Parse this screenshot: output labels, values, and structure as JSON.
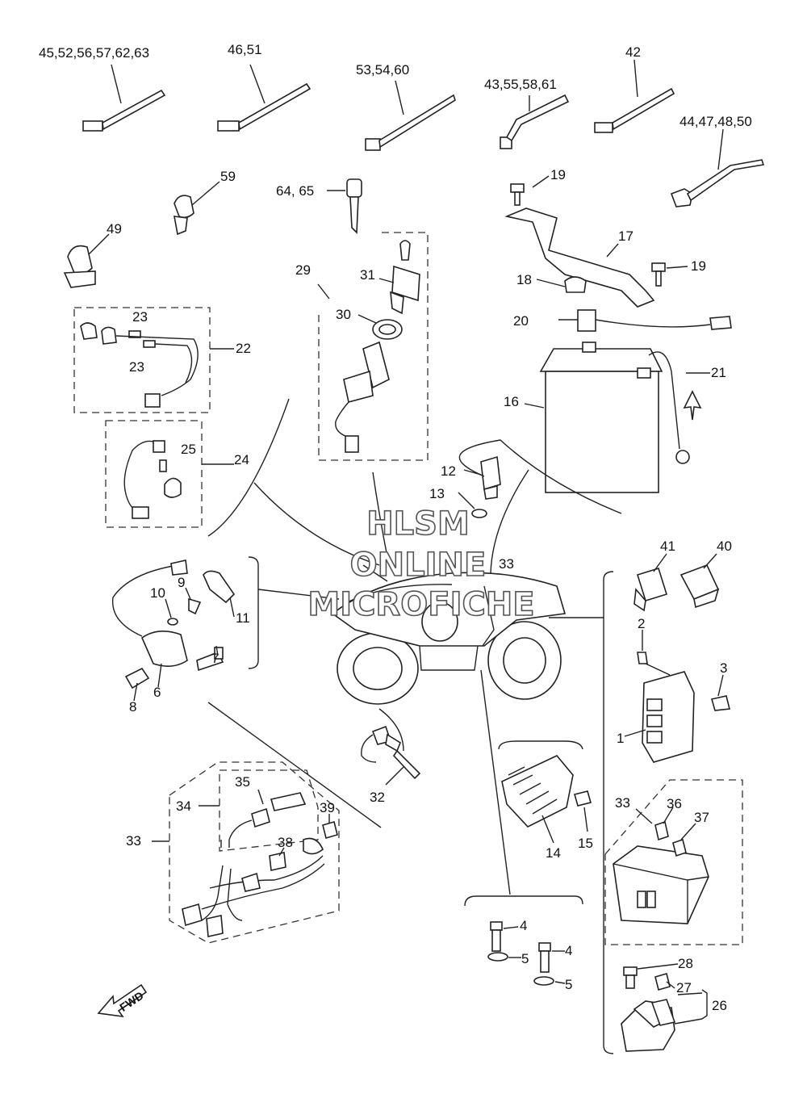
{
  "labels": {
    "l45": "45,52,56,57,62,63",
    "l46": "46,51",
    "l53": "53,54,60",
    "l43": "43,55,58,61",
    "l42": "42",
    "l44": "44,47,48,50",
    "l59": "59",
    "l64": "64, 65",
    "l19a": "19",
    "l49": "49",
    "l17": "17",
    "l29": "29",
    "l31": "31",
    "l19b": "19",
    "l18": "18",
    "l23a": "23",
    "l22": "22",
    "l23b": "23",
    "l30": "30",
    "l20": "20",
    "l21": "21",
    "l16": "16",
    "l25": "25",
    "l24": "24",
    "l12": "12",
    "l13": "13",
    "l41": "41",
    "l40": "40",
    "l33a": "33",
    "l9": "9",
    "l10": "10",
    "l11": "11",
    "l2": "2",
    "l3": "3",
    "l7": "7",
    "l6": "6",
    "l8": "8",
    "l1": "1",
    "l35": "35",
    "l34": "34",
    "l39": "39",
    "l32": "32",
    "l33b": "33",
    "l36": "36",
    "l37": "37",
    "l15": "15",
    "l14": "14",
    "l38": "38",
    "l33c": "33",
    "l4a": "4",
    "l4b": "4",
    "l5a": "5",
    "l5b": "5",
    "l28": "28",
    "l27": "27",
    "l26": "26"
  },
  "watermark": {
    "line1": "HLSM",
    "line2": "ONLINE",
    "line3": "MICROFICHE"
  },
  "fwd_label": "FWD"
}
